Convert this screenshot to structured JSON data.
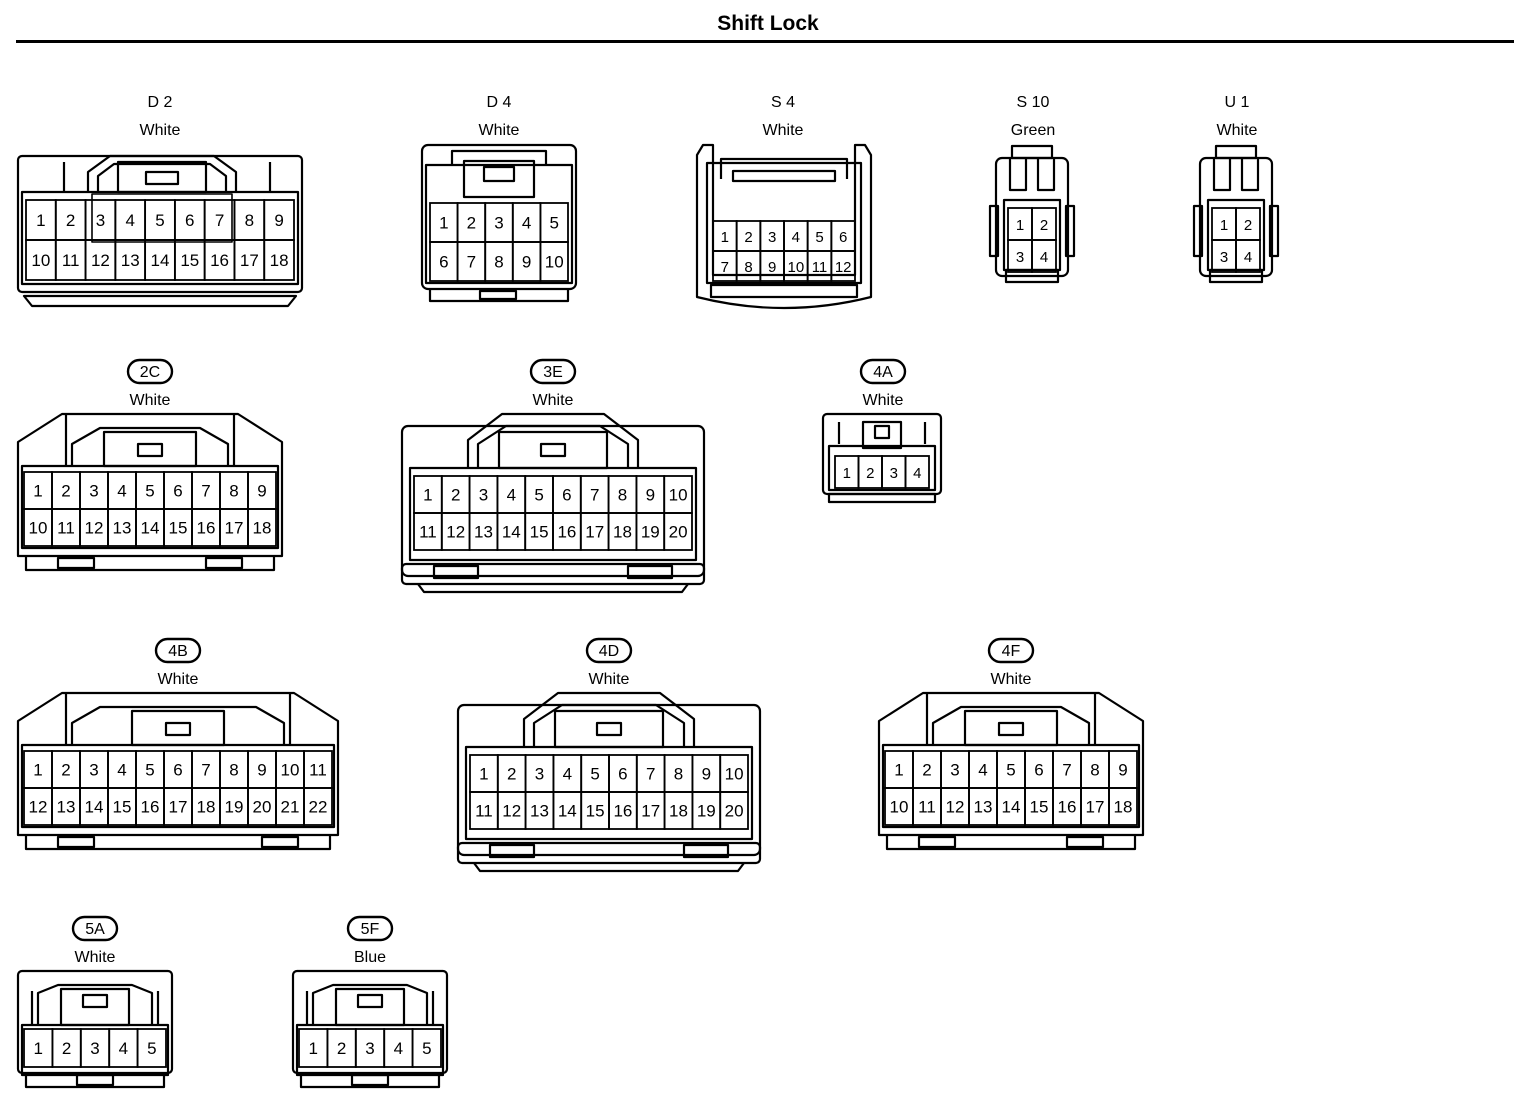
{
  "page": {
    "title": "Shift Lock"
  },
  "connectors": [
    {
      "id": "D 2",
      "id_style": "plain",
      "color": "White",
      "rows": [
        [
          1,
          2,
          3,
          4,
          5,
          6,
          7,
          8,
          9
        ],
        [
          10,
          11,
          12,
          13,
          14,
          15,
          16,
          17,
          18
        ]
      ]
    },
    {
      "id": "D 4",
      "id_style": "plain",
      "color": "White",
      "rows": [
        [
          1,
          2,
          3,
          4,
          5
        ],
        [
          6,
          7,
          8,
          9,
          10
        ]
      ]
    },
    {
      "id": "S 4",
      "id_style": "plain",
      "color": "White",
      "rows": [
        [
          1,
          2,
          3,
          4,
          5,
          6
        ],
        [
          7,
          8,
          9,
          10,
          11,
          12
        ]
      ]
    },
    {
      "id": "S 10",
      "id_style": "plain",
      "color": "Green",
      "rows": [
        [
          1,
          2
        ],
        [
          3,
          4
        ]
      ]
    },
    {
      "id": "U 1",
      "id_style": "plain",
      "color": "White",
      "rows": [
        [
          1,
          2
        ],
        [
          3,
          4
        ]
      ]
    },
    {
      "id": "2C",
      "id_style": "oval",
      "color": "White",
      "rows": [
        [
          1,
          2,
          3,
          4,
          5,
          6,
          7,
          8,
          9
        ],
        [
          10,
          11,
          12,
          13,
          14,
          15,
          16,
          17,
          18
        ]
      ]
    },
    {
      "id": "3E",
      "id_style": "oval",
      "color": "White",
      "rows": [
        [
          1,
          2,
          3,
          4,
          5,
          6,
          7,
          8,
          9,
          10
        ],
        [
          11,
          12,
          13,
          14,
          15,
          16,
          17,
          18,
          19,
          20
        ]
      ]
    },
    {
      "id": "4A",
      "id_style": "oval",
      "color": "White",
      "rows": [
        [
          1,
          2,
          3,
          4
        ]
      ]
    },
    {
      "id": "4B",
      "id_style": "oval",
      "color": "White",
      "rows": [
        [
          1,
          2,
          3,
          4,
          5,
          6,
          7,
          8,
          9,
          10,
          11
        ],
        [
          12,
          13,
          14,
          15,
          16,
          17,
          18,
          19,
          20,
          21,
          22
        ]
      ]
    },
    {
      "id": "4D",
      "id_style": "oval",
      "color": "White",
      "rows": [
        [
          1,
          2,
          3,
          4,
          5,
          6,
          7,
          8,
          9,
          10
        ],
        [
          11,
          12,
          13,
          14,
          15,
          16,
          17,
          18,
          19,
          20
        ]
      ]
    },
    {
      "id": "4F",
      "id_style": "oval",
      "color": "White",
      "rows": [
        [
          1,
          2,
          3,
          4,
          5,
          6,
          7,
          8,
          9
        ],
        [
          10,
          11,
          12,
          13,
          14,
          15,
          16,
          17,
          18
        ]
      ]
    },
    {
      "id": "5A",
      "id_style": "oval",
      "color": "White",
      "rows": [
        [
          1,
          2,
          3,
          4,
          5
        ]
      ]
    },
    {
      "id": "5F",
      "id_style": "oval",
      "color": "Blue",
      "rows": [
        [
          1,
          2,
          3,
          4,
          5
        ]
      ]
    }
  ]
}
